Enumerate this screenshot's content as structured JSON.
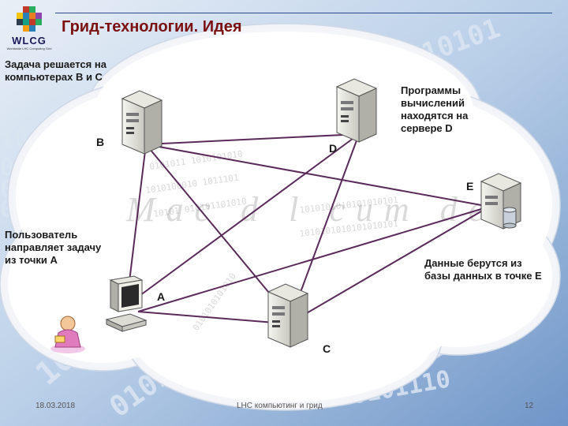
{
  "slide": {
    "title": "Грид-технологии. Идея",
    "logo": {
      "acronym": "WLCG",
      "subtitle": "Worldwide LHC Computing Grid"
    },
    "watermark": "Mac d l cum dea",
    "footer": {
      "date": "18.03.2018",
      "center": "LHC компьютинг и грид",
      "page": "12"
    }
  },
  "diagram": {
    "nodes": [
      {
        "id": "B",
        "label": "B",
        "type": "server"
      },
      {
        "id": "D",
        "label": "D",
        "type": "server"
      },
      {
        "id": "E",
        "label": "E",
        "type": "server-with-database"
      },
      {
        "id": "A",
        "label": "A",
        "type": "workstation"
      },
      {
        "id": "C",
        "label": "C",
        "type": "server"
      }
    ],
    "links": [
      [
        "B",
        "D"
      ],
      [
        "B",
        "E"
      ],
      [
        "B",
        "C"
      ],
      [
        "B",
        "A"
      ],
      [
        "D",
        "A"
      ],
      [
        "D",
        "C"
      ],
      [
        "A",
        "C"
      ],
      [
        "C",
        "E"
      ],
      [
        "A",
        "E"
      ]
    ],
    "notes": {
      "task": "Задача решается на компьютерах B и C",
      "programs": "Программы вычислений находятся на сервере D",
      "user": "Пользователь направляет задачу из точки A",
      "data": "Данные берутся из базы данных в точке E"
    }
  },
  "colors": {
    "title": "#7a1010",
    "line": "#5a2a5a",
    "cloud": "#f4f6fa",
    "binary_bg": "#8fb0d8"
  }
}
